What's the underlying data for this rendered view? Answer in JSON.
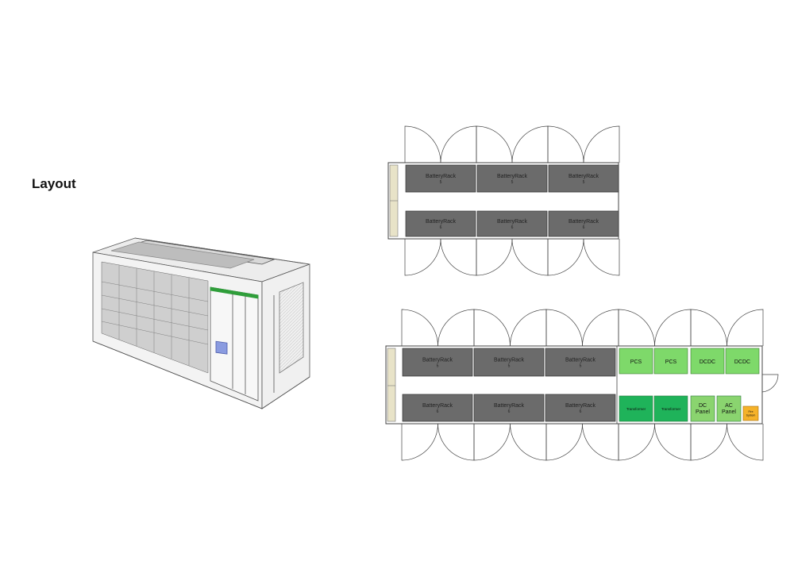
{
  "heading": "Layout",
  "rack": {
    "label": "BatteryRack",
    "sub": "5"
  },
  "layout_top": {
    "racks_row1": [
      {
        "label": "BatteryRack",
        "sub": "5"
      },
      {
        "label": "BatteryRack",
        "sub": "5"
      },
      {
        "label": "BatteryRack",
        "sub": "5"
      }
    ],
    "racks_row2": [
      {
        "label": "BatteryRack",
        "sub": "6"
      },
      {
        "label": "BatteryRack",
        "sub": "6"
      },
      {
        "label": "BatteryRack",
        "sub": "6"
      }
    ]
  },
  "layout_bottom": {
    "racks_row1": [
      {
        "label": "BatteryRack",
        "sub": "5"
      },
      {
        "label": "BatteryRack",
        "sub": "5"
      },
      {
        "label": "BatteryRack",
        "sub": "5"
      }
    ],
    "racks_row2": [
      {
        "label": "BatteryRack",
        "sub": "6"
      },
      {
        "label": "BatteryRack",
        "sub": "6"
      },
      {
        "label": "BatteryRack",
        "sub": "6"
      }
    ],
    "equipment_row1": [
      "PCS",
      "PCS",
      "DCDC",
      "DCDC"
    ],
    "equipment_row2": [
      "Transformer",
      "Transformer",
      "DC Panel",
      "AC Panel"
    ],
    "fire_system": "Fire System"
  },
  "colors": {
    "rack": "#6b6b6b",
    "pcs": "#7ed96a",
    "transformer": "#1fb35a",
    "panel": "#8ad46f",
    "fire": "#f5b229"
  }
}
